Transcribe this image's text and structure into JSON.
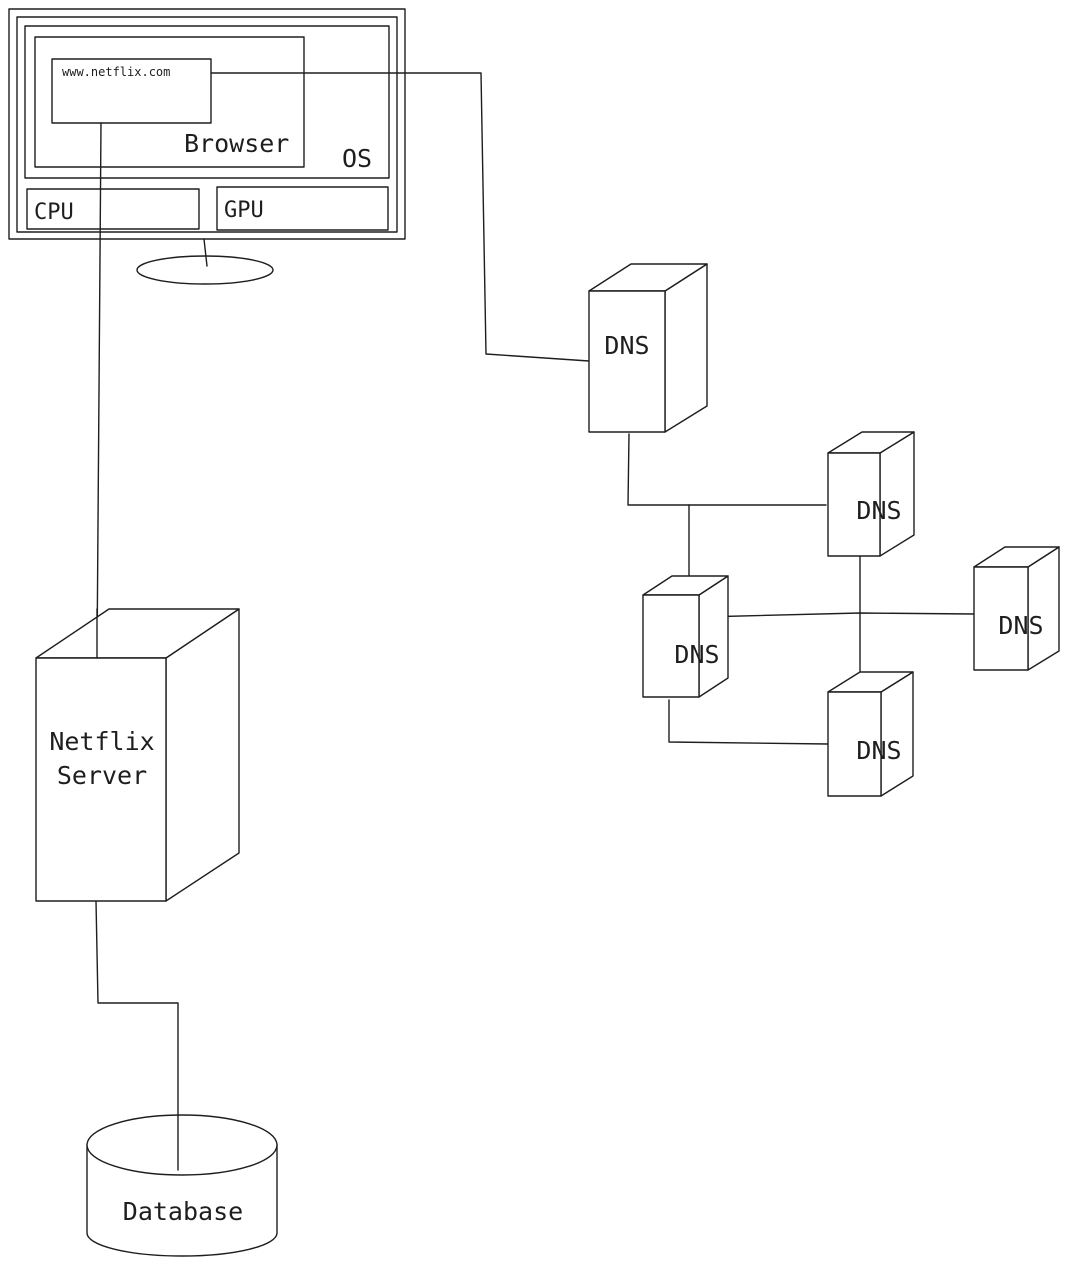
{
  "labels": {
    "url": "www.netflix.com",
    "browser": "Browser",
    "os": "OS",
    "cpu": "CPU",
    "gpu": "GPU",
    "dns_top": "DNS",
    "dns_upper_right": "DNS",
    "dns_left": "DNS",
    "dns_far_right": "DNS",
    "dns_bottom": "DNS",
    "server_line1": "Netflix",
    "server_line2": "Server",
    "database": "Database"
  }
}
